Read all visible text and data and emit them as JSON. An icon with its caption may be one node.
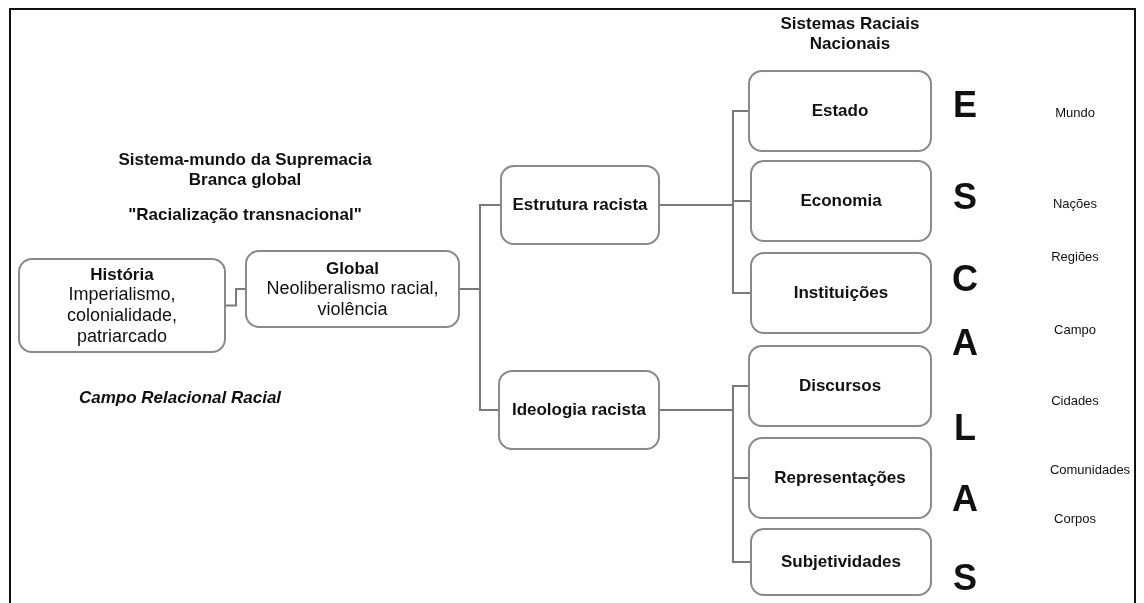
{
  "diagram": {
    "nodes": [
      {
        "text": [
          "História",
          "Imperialismo, colonialidade, patriarcado"
        ]
      },
      {
        "text": [
          "Global",
          "Neoliberalismo racial, violência"
        ]
      },
      {
        "text": [
          "Estrutura racista"
        ]
      },
      {
        "text": [
          "Ideologia racista"
        ]
      },
      {
        "text": [
          "Estado"
        ]
      },
      {
        "text": [
          "Economia"
        ]
      },
      {
        "text": [
          "Instituições"
        ]
      },
      {
        "text": [
          "Discursos"
        ]
      },
      {
        "text": [
          "Representações"
        ]
      },
      {
        "text": [
          "Subjetividades"
        ]
      }
    ],
    "edges": [
      {
        "from": 0,
        "to": 1,
        "arrow": "none"
      },
      {
        "from": 1,
        "to": 2,
        "arrow": "none"
      },
      {
        "from": 1,
        "to": 3,
        "arrow": "none"
      },
      {
        "from": 2,
        "to": 4,
        "arrow": "none"
      },
      {
        "from": 2,
        "to": 5,
        "arrow": "none"
      },
      {
        "from": 2,
        "to": 6,
        "arrow": "none"
      },
      {
        "from": 3,
        "to": 7,
        "arrow": "none"
      },
      {
        "from": 3,
        "to": 8,
        "arrow": "none"
      },
      {
        "from": 3,
        "to": 9,
        "arrow": "none"
      }
    ],
    "labels": [
      "Sistemas Raciais Nacionais",
      "Sistema-mundo da Supremacia Branca global",
      "\"Racialização transnacional\"",
      "Campo Relacional Racial",
      "E",
      "Mundo",
      "S",
      "Nações",
      "C",
      "Regiões",
      "A",
      "Campo",
      "L",
      "Cidades",
      "Comunidades",
      "A",
      "Corpos",
      "S"
    ]
  }
}
